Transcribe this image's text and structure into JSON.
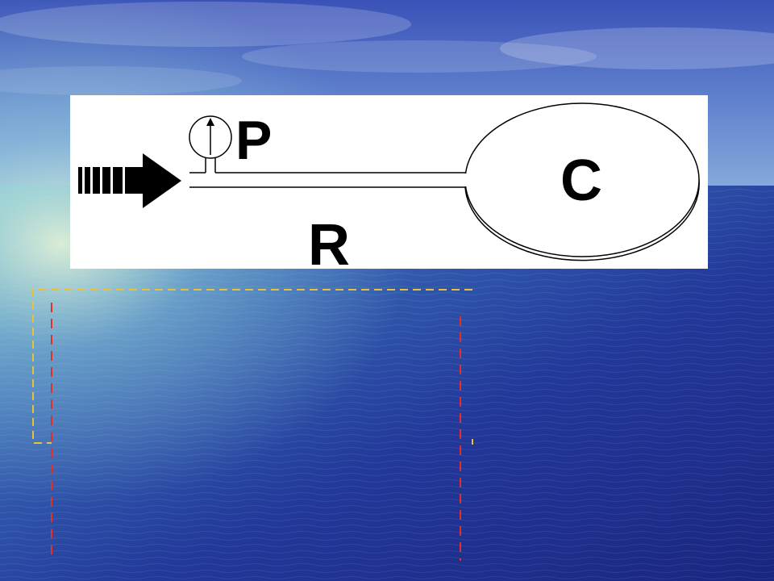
{
  "diagram": {
    "pressure_label": "P",
    "resistance_label": "R",
    "compliance_label": "C"
  },
  "colors": {
    "panel": "#ffffff",
    "stroke": "#000000",
    "yellow_dash": "#e8c13a",
    "red_dash": "#e0302a"
  },
  "icons": {
    "inflow": "flow-arrow-icon",
    "gauge": "pressure-gauge-icon"
  }
}
